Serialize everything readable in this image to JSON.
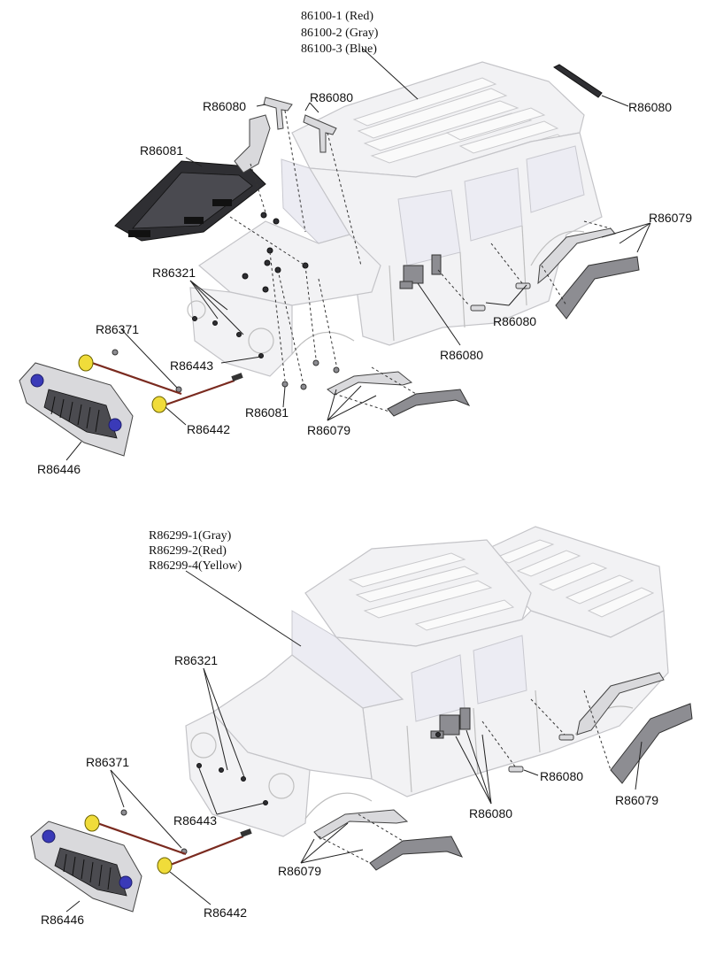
{
  "top_diagram": {
    "body_colors": [
      "86100-1 (Red)",
      "86100-2 (Gray)",
      "86100-3 (Blue)"
    ],
    "labels": {
      "snorkel": "R86080",
      "mirror_stalk_top": "R86080",
      "antenna": "R86080",
      "hood_scoop": "R86081",
      "rear_fender_flares": "R86079",
      "hood_bolts": "R86321",
      "light_cups": "R86371",
      "hinges": "R86080",
      "side_mirror": "R86080",
      "grille_screws": "R86443",
      "lower_screws": "R86081",
      "front_fender_flares": "R86079",
      "lights": "R86442",
      "grille": "R86446"
    }
  },
  "bottom_diagram": {
    "body_colors": [
      "R86299-1(Gray)",
      "R86299-2(Red)",
      "R86299-4(Yellow)"
    ],
    "labels": {
      "hood_bolts": "R86321",
      "light_cups": "R86371",
      "grille_screws": "R86443",
      "hinges": "R86080",
      "side_mirror": "R86080",
      "rear_fender_flares": "R86079",
      "front_fender_flares": "R86079",
      "lights": "R86442",
      "grille": "R86446"
    }
  },
  "colors": {
    "body": "#f2f2f4",
    "outline": "#c4c4c8",
    "dark_part": "#2f2f33",
    "light_yellow": "#f0dc3a",
    "headlight_blue": "#3a3ab8"
  }
}
